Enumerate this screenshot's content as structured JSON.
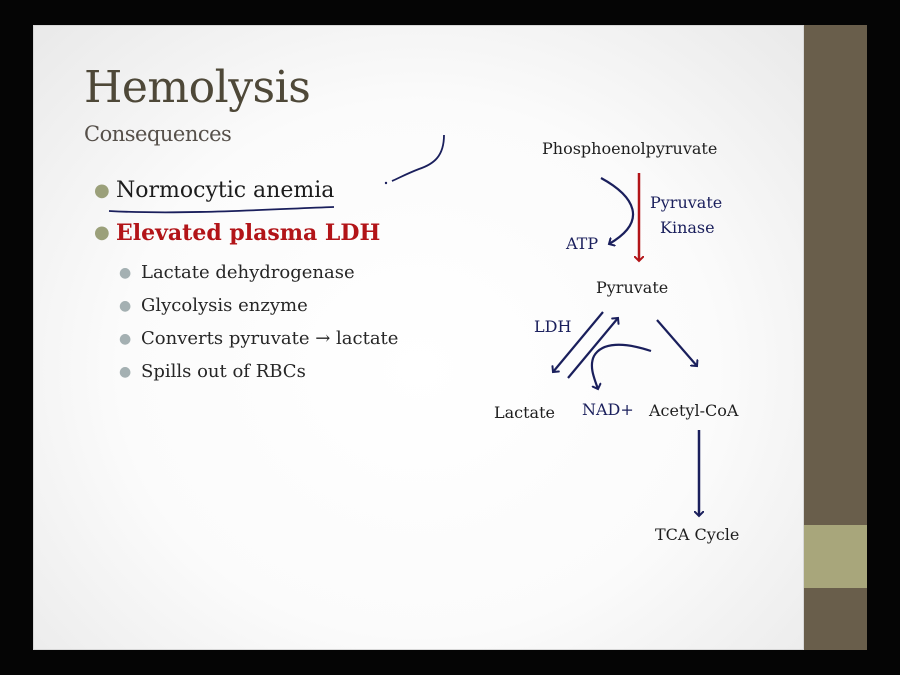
{
  "slide": {
    "title": "Hemolysis",
    "subtitle": "Consequences",
    "bullets": [
      {
        "text": "Normocytic anemia",
        "annotated": "underlined"
      },
      {
        "text": "Elevated plasma LDH",
        "highlight_color": "#b21418"
      }
    ],
    "sub_bullets": [
      "Lactate dehydrogenase",
      "Glycolysis enzyme",
      "Converts pyruvate → lactate",
      "Spills out of RBCs"
    ]
  },
  "diagram": {
    "nodes": {
      "pep": "Phosphoenolpyruvate",
      "pyruvate": "Pyruvate",
      "lactate": "Lactate",
      "nad": "NAD+",
      "acetyl_coa": "Acetyl-CoA",
      "tca": "TCA Cycle",
      "atp": "ATP"
    },
    "enzymes": {
      "pk_line1": "Pyruvate",
      "pk_line2": "Kinase",
      "ldh": "LDH"
    },
    "colors": {
      "main_arrow": "#b21418",
      "ink": "#1a1f5c"
    }
  },
  "theme": {
    "sidebar_color": "#695e4b",
    "sidebar_accent": "#a8a67b"
  }
}
